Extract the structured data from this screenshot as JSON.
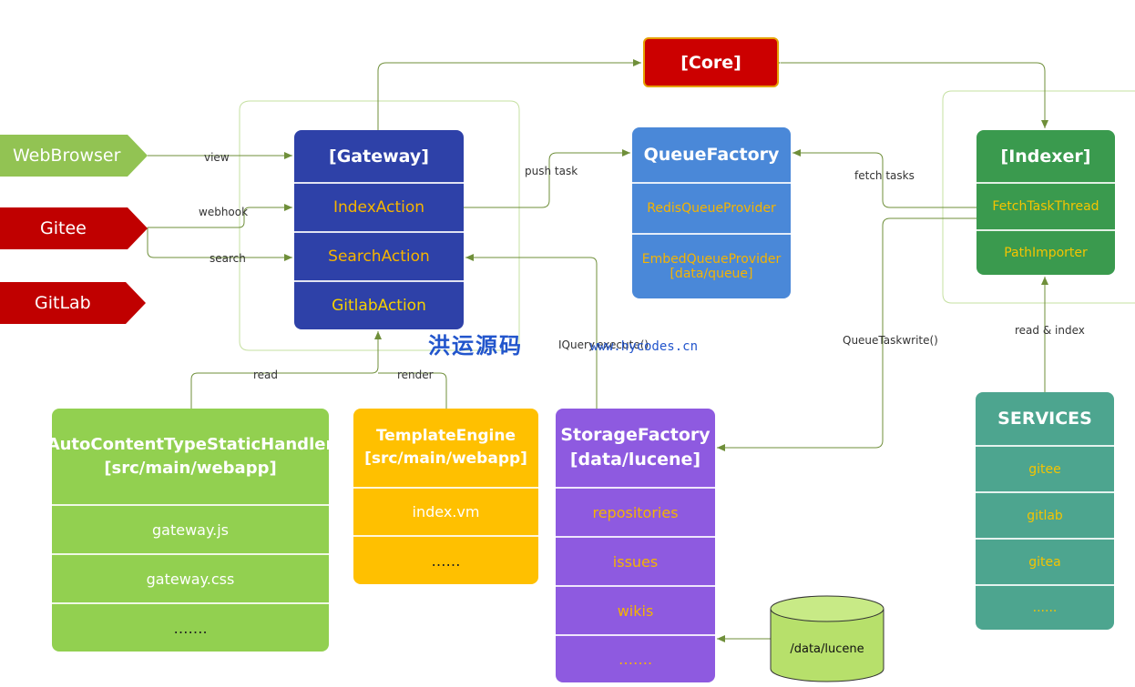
{
  "core": {
    "title": "[Core]"
  },
  "sources": [
    {
      "label": "WebBrowser",
      "color": "#92c353"
    },
    {
      "label": "Gitee",
      "color": "#c00000"
    },
    {
      "label": "GitLab",
      "color": "#c00000"
    }
  ],
  "gateway": {
    "title": "[Gateway]",
    "items": [
      "IndexAction",
      "SearchAction",
      "GitlabAction"
    ],
    "color": "#2e41a8"
  },
  "queue_factory": {
    "title": "QueueFactory",
    "items": [
      "RedisQueueProvider",
      "EmbedQueueProvider\n[data/queue]"
    ],
    "color": "#4a88d8"
  },
  "indexer": {
    "title": "[Indexer]",
    "items": [
      "FetchTaskThread",
      "PathImporter"
    ],
    "color": "#3a9a4e"
  },
  "static_handler": {
    "title": "AutoContentTypeStaticHandler\n[src/main/webapp]",
    "items": [
      "gateway.js",
      "gateway.css",
      "……."
    ],
    "color": "#92d050"
  },
  "template_engine": {
    "title": "TemplateEngine\n[src/main/webapp]",
    "items": [
      "index.vm",
      "……"
    ],
    "color": "#ffc000"
  },
  "storage_factory": {
    "title": "StorageFactory\n[data/lucene]",
    "items": [
      "repositories",
      "issues",
      "wikis",
      "……."
    ],
    "color": "#8e5ae0"
  },
  "services": {
    "title": "SERVICES",
    "items": [
      "gitee",
      "gitlab",
      "gitea",
      "......"
    ],
    "color": "#4da58f"
  },
  "database": {
    "label": "/data/lucene",
    "color": "#b7e06b"
  },
  "edges": {
    "view": "view",
    "webhook": "webhook",
    "search": "search",
    "push_task": "push task",
    "fetch_tasks": "fetch tasks",
    "read": "read",
    "render": "render",
    "query_execute": "IQuery.execute()",
    "queue_task_write": "QueueTaskwrite()",
    "read_index": "read & index"
  },
  "watermark": {
    "text": "洪运源码",
    "url": "www.hycodes.cn"
  }
}
